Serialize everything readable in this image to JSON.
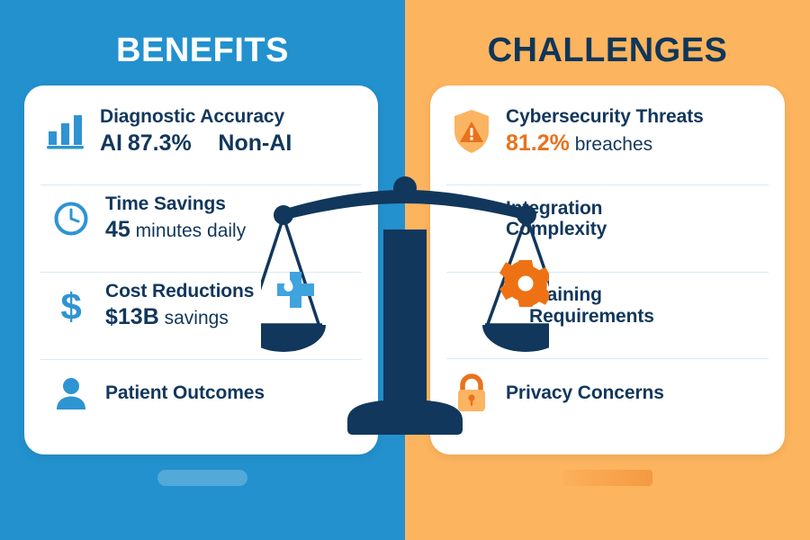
{
  "colors": {
    "blue_bg": "#2391CE",
    "orange_bg": "#FDB45E",
    "navy": "#12375C",
    "navy_dark": "#0F3659",
    "accent_blue": "#2E94D2",
    "accent_orange": "#E8721C",
    "card_bg": "#FFFFFF",
    "divider": "#D8EAF6"
  },
  "left": {
    "title": "BENEFITS",
    "items": [
      {
        "icon": "bar-chart-icon",
        "label": "Diagnostic Accuracy",
        "value_prefix": "AI",
        "value": "87.3%",
        "value_suffix": "Non-AI"
      },
      {
        "icon": "clock-icon",
        "label": "Time Savings",
        "value": "45",
        "value_suffix": "minutes daily"
      },
      {
        "icon": "dollar-icon",
        "label": "Cost Reductions",
        "value": "$13B",
        "value_suffix": "savings"
      },
      {
        "icon": "person-icon",
        "label": "Patient Outcomes",
        "value": "",
        "value_suffix": ""
      }
    ]
  },
  "right": {
    "title": "CHALLENGES",
    "items": [
      {
        "icon": "shield-warning-icon",
        "label": "Cybersecurity Threats",
        "value": "81.2%",
        "value_suffix": "breaches"
      },
      {
        "icon": "none",
        "label": "Integration Complexity",
        "value": "",
        "value_suffix": ""
      },
      {
        "icon": "none",
        "label": "Training Requirements",
        "value": "",
        "value_suffix": ""
      },
      {
        "icon": "lock-icon",
        "label": "Privacy Concerns",
        "value": "",
        "value_suffix": ""
      }
    ]
  },
  "center": {
    "graphic": "balance-scale",
    "left_pan_icon": "medical-cross-drop-icon",
    "right_pan_icon": "gear-icon"
  }
}
